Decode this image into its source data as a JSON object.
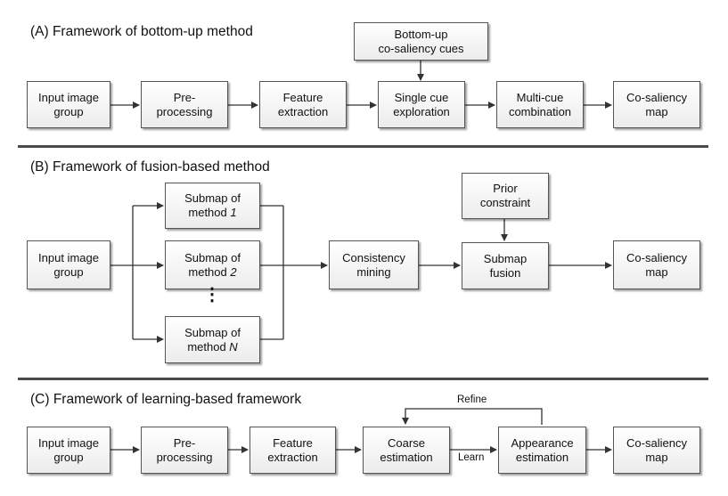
{
  "sectionA": {
    "title": "(A) Framework of bottom-up method",
    "cue_box": [
      "Bottom-up",
      "co-saliency cues"
    ],
    "steps": [
      [
        "Input image",
        "group"
      ],
      [
        "Pre-",
        "processing"
      ],
      [
        "Feature",
        "extraction"
      ],
      [
        "Single cue",
        "exploration"
      ],
      [
        "Multi-cue",
        "combination"
      ],
      [
        "Co-saliency",
        "map"
      ]
    ]
  },
  "sectionB": {
    "title": "(B) Framework of fusion-based method",
    "input": [
      "Input image",
      "group"
    ],
    "submaps": [
      {
        "line1": "Submap of",
        "line2_prefix": "method ",
        "line2_var": "1"
      },
      {
        "line1": "Submap of",
        "line2_prefix": "method ",
        "line2_var": "2"
      },
      {
        "line1": "Submap of",
        "line2_prefix": "method ",
        "line2_var": "N"
      }
    ],
    "ellipsis": "⋮",
    "consistency": [
      "Consistency",
      "mining"
    ],
    "prior": [
      "Prior",
      "constraint"
    ],
    "fusion": [
      "Submap",
      "fusion"
    ],
    "output": [
      "Co-saliency",
      "map"
    ]
  },
  "sectionC": {
    "title": "(C) Framework of learning-based framework",
    "steps": [
      [
        "Input image",
        "group"
      ],
      [
        "Pre-",
        "processing"
      ],
      [
        "Feature",
        "extraction"
      ],
      [
        "Coarse",
        "estimation"
      ],
      [
        "Appearance",
        "estimation"
      ],
      [
        "Co-saliency",
        "map"
      ]
    ],
    "refine_label": "Refine",
    "learn_label": "Learn"
  }
}
